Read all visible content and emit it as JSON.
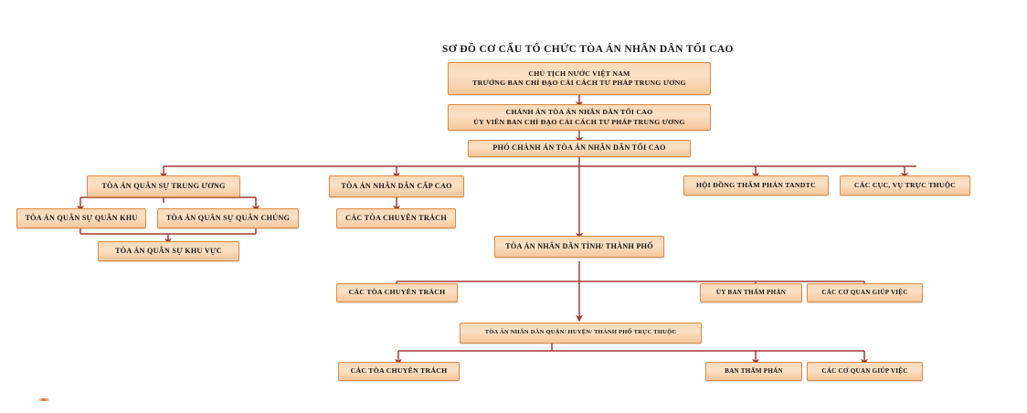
{
  "diagram": {
    "title": "SƠ ĐỒ CƠ CẤU TỔ CHỨC TÒA ÁN NHÂN DÂN TỐI CAO",
    "type": "organizational-chart",
    "colors": {
      "node_fill_top": "#fbd9b6",
      "node_fill_bottom": "#f6c79a",
      "node_border": "#d98c4a",
      "connector": "#a33a33",
      "text": "#141414",
      "background": "#ffffff"
    },
    "nodes": {
      "president": {
        "line1": "CHỦ TỊCH NƯỚC VIỆT NAM",
        "line2": "TRƯỞNG BAN CHỈ ĐẠO CẢI CÁCH TƯ PHÁP TRUNG ƯƠNG"
      },
      "chief_justice": {
        "line1": "CHÁNH ÁN TÒA ÁN NHÂN DÂN TỐI CAO",
        "line2": "ỦY VIÊN BAN CHỈ ĐẠO CẢI CÁCH TƯ PHÁP TRUNG ƯƠNG"
      },
      "deputy_chief_justice": {
        "line1": "PHÓ CHÁNH ÁN TÒA ÁN NHÂN DÂN TỐI CAO"
      },
      "military_court_central": {
        "line1": "TÒA ÁN QUÂN SỰ  TRUNG ƯƠNG"
      },
      "military_court_zone": {
        "line1": "TÒA ÁN QUÂN SỰ  QUÂN KHU"
      },
      "military_court_service": {
        "line1": "TÒA ÁN QUÂN SỰ  QUÂN CHỦNG"
      },
      "military_court_region": {
        "line1": "TÒA ÁN QUÂN SỰ  KHU VỰC"
      },
      "superior_people_court": {
        "line1": "TÒA ÁN NHÂN DÂN CẤP CAO"
      },
      "specialized_courts_superior": {
        "line1": "CÁC TÒA CHUYÊN TRÁCH"
      },
      "judicial_council": {
        "line1": "HỘI ĐỒNG THẨM PHÁN TANDTC"
      },
      "departments": {
        "line1": "CÁC CỤC, VỤ TRỰC  THUỘC"
      },
      "provincial_court": {
        "line1": "TÒA ÁN NHÂN DÂN TỈNH/ THÀNH PHỐ"
      },
      "specialized_courts_provincial": {
        "line1": "CÁC TÒA CHUYÊN TRÁCH"
      },
      "judges_committee_provincial": {
        "line1": "ỦY BAN THẨM PHÁN"
      },
      "support_agencies_provincial": {
        "line1": "CÁC CƠ QUAN GIÚP VIỆC"
      },
      "district_court": {
        "line1": "TÒA ÁN NHÂN DÂN QUẬN/ HUYỆN/ THÀNH PHỐ TRỰC THUỘC"
      },
      "specialized_courts_district": {
        "line1": "CÁC TÒA CHUYÊN TRÁCH"
      },
      "judges_board_district": {
        "line1": "BAN THẨM PHÁN"
      },
      "support_agencies_district": {
        "line1": "CÁC CƠ QUAN GIÚP VIỆC"
      }
    }
  }
}
